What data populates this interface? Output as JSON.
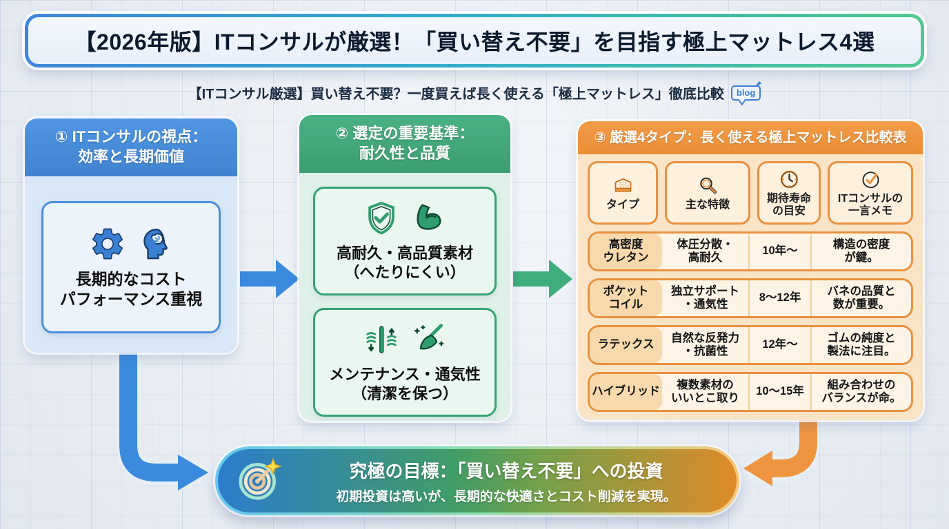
{
  "title_banner": {
    "text": "【2026年版】ITコンサルが厳選！「買い替え不要」を目指す極上マットレス4選"
  },
  "subtitle": {
    "text": "【ITコンサル厳選】買い替え不要？一度買えば長く使える「極上マットレス」徹底比較",
    "badge": "blog"
  },
  "panel1": {
    "header": "① ITコンサルの視点：\n効率と長期価値",
    "card": {
      "icons": [
        "gear-icon",
        "brain-head-icon"
      ],
      "text": "長期的なコスト\nパフォーマンス重視"
    },
    "colors": {
      "header_bg": "#4a8edb",
      "body_bg": "#d9e7f7",
      "accent": "#3b7fd4"
    }
  },
  "panel2": {
    "header": "② 選定の重要基準：\n耐久性と品質",
    "cards": [
      {
        "icons": [
          "shield-check-icon",
          "muscle-icon"
        ],
        "text": "高耐久・高品質素材\n（へたりにくい）"
      },
      {
        "icons": [
          "airflow-icon",
          "broom-icon"
        ],
        "text": "メンテナンス・通気性\n（清潔を保つ）"
      }
    ],
    "colors": {
      "header_bg": "#3fa376",
      "body_bg": "#def0e7",
      "accent": "#2f9e6e"
    }
  },
  "panel3": {
    "header": "③ 厳選4タイプ：長く使える極上マットレス比較表",
    "table": {
      "columns": [
        {
          "icon": "mattress-icon",
          "label": "タイプ"
        },
        {
          "icon": "magnifier-icon",
          "label": "主な特徴"
        },
        {
          "icon": "clock-icon",
          "label": "期待寿命\nの目安"
        },
        {
          "icon": "check-circle-icon",
          "label": "ITコンサルの\n一言メモ"
        }
      ],
      "rows": [
        {
          "type": "高密度\nウレタン",
          "feature": "体圧分散・\n高耐久",
          "lifespan": "10年〜",
          "memo": "構造の密度\nが鍵。"
        },
        {
          "type": "ポケット\nコイル",
          "feature": "独立サポート\n・通気性",
          "lifespan": "8〜12年",
          "memo": "バネの品質と\n数が重要。"
        },
        {
          "type": "ラテックス",
          "feature": "自然な反発力\n・抗菌性",
          "lifespan": "12年〜",
          "memo": "ゴムの純度と\n製法に注目。"
        },
        {
          "type": "ハイブリッド",
          "feature": "複数素材の\nいいとこ取り",
          "lifespan": "10〜15年",
          "memo": "組み合わせの\nバランスが命。"
        }
      ]
    },
    "colors": {
      "header_bg": "#ee9440",
      "body_bg": "#fae4c6",
      "cell_bg": "#fdf4e6",
      "type_cell_bg": "#f8d9ac",
      "border": "#e8913f"
    }
  },
  "goal_banner": {
    "icon": "target-icon",
    "title": "究極の目標：「買い替え不要」への投資",
    "subtitle": "初期投資は高いが、長期的な快適さとコスト削減を実現。",
    "gradient": [
      "#2d7ccc",
      "#3f9d68",
      "#df8a28"
    ]
  },
  "arrows": {
    "blue": "#3b8ae0",
    "green": "#3fae7c",
    "orange": "#ef9540"
  }
}
